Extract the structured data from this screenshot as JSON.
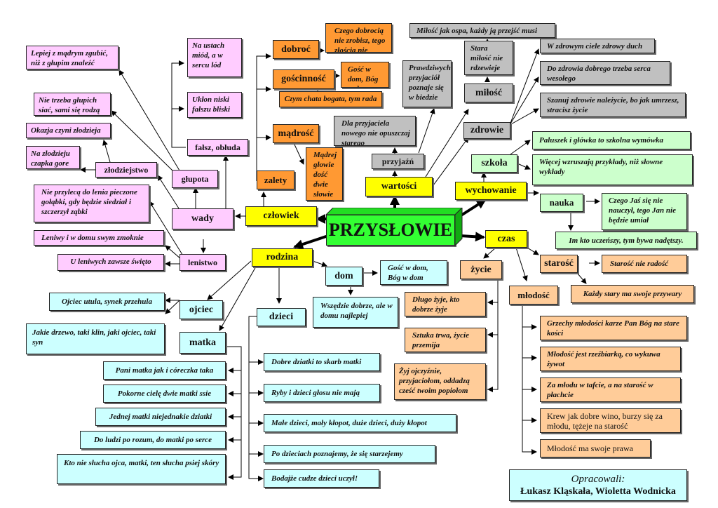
{
  "title": "PRZYSŁOWIE",
  "colors": {
    "center": "#33ff33",
    "category": "#ffff00",
    "czlowiek_wady": "#ffccff",
    "czlowiek_zalety": "#ff9933",
    "wartosci": "#c0c0c0",
    "wychowanie": "#ccffcc",
    "czas": "#ffcc99",
    "rodzina": "#ccffff"
  },
  "categories": {
    "czlowiek": "człowiek",
    "wartosci": "wartości",
    "wychowanie": "wychowanie",
    "czas": "czas",
    "rodzina": "rodzina"
  },
  "czlowiek": {
    "wady": {
      "label": "wady",
      "falsz": {
        "label": "fałsz, obłuda",
        "proverbs": [
          "Na ustach miód, a w sercu lód",
          "Ukłon niski fałszu bliski"
        ]
      },
      "glupota": {
        "label": "głupota",
        "proverbs": [
          "Lepiej z mądrym zgubić, niż z głupim znaleźć",
          "Nie trzeba głupich siać, sami się rodzą"
        ]
      },
      "zlodziejstwo": {
        "label": "złodziejstwo",
        "proverbs": [
          "Okazja czyni złodzieja",
          "Na złodzieju czapka gore"
        ]
      },
      "lenistwo": {
        "label": "lenistwo",
        "proverbs": [
          "Nie przylecą do lenia pieczone gołąbki, gdy będzie siedział i szczerzył ząbki",
          "Leniwy i w domu swym zmoknie",
          "U leniwych zawsze święto"
        ]
      }
    },
    "zalety": {
      "label": "zalety",
      "dobroc": {
        "label": "dobroć",
        "proverbs": [
          "Czego dobrocią nie zrobisz, tego złością nie wskórasz"
        ]
      },
      "goscinnosc": {
        "label": "gościnność",
        "proverbs": [
          "Gość w dom, Bóg w dom",
          "Czym chata bogata, tym rada"
        ]
      },
      "madrosc": {
        "label": "mądrość",
        "proverbs": [
          "Mądrej głowie dość dwie słowie"
        ]
      }
    }
  },
  "wartosci": {
    "przyjazn": {
      "label": "przyjaźń",
      "proverbs": [
        "Dla przyjaciela nowego nie opuszczaj starego",
        "Prawdziwych przyjaciół poznaje się w biedzie"
      ]
    },
    "milosc": {
      "label": "miłość",
      "proverbs": [
        "Stara miłość nie rdzewieje",
        "Miłość jak ospa, każdy ją przejść musi"
      ]
    },
    "zdrowie": {
      "label": "zdrowie",
      "proverbs": [
        "W zdrowym ciele zdrowy duch",
        "Do zdrowia dobrego trzeba serca wesołego",
        "Szanuj zdrowie należycie, bo jak umrzesz, stracisz życie"
      ]
    }
  },
  "wychowanie": {
    "szkola": {
      "label": "szkoła",
      "proverbs": [
        "Paluszek i główka to szkolna wymówka",
        "Więcej wzruszają przykłady, niż słowne wykłady"
      ]
    },
    "nauka": {
      "label": "nauka",
      "proverbs": [
        "Czego Jaś się nie nauczył, tego Jan nie będzie umiał",
        "Im kto uczeńszy, tym bywa nadętszy."
      ]
    }
  },
  "czas": {
    "zycie": {
      "label": "życie",
      "proverbs": [
        "Długo żyje, kto dobrze żyje",
        "Sztuka trwa, życie przemija",
        "Żyj ojczyźnie, przyjaciołom, oddadzą cześć twoim popiołom"
      ]
    },
    "starosc": {
      "label": "starość",
      "proverbs": [
        "Starość nie radość",
        "Każdy stary ma swoje przywary"
      ]
    },
    "mlodosc": {
      "label": "młodość",
      "proverbs": [
        "Grzechy młodości karze Pan Bóg na stare kości",
        "Młodość jest rzeźbiarką, co wykuwa żywot",
        "Za młodu w tafcie, a na starość w płachcie",
        "Krew jak dobre wino, burzy się za młodu, tężeje na starość",
        "Młodość ma swoje prawa"
      ]
    }
  },
  "rodzina": {
    "dom": {
      "label": "dom",
      "proverbs": [
        "Gość w dom, Bóg w dom",
        "Wszędzie dobrze, ale w domu najlepiej"
      ]
    },
    "ojciec": {
      "label": "ojciec",
      "proverbs": [
        "Ojciec utula, synek przehula",
        "Jakie drzewo, taki klin, jaki ojciec, taki syn"
      ]
    },
    "matka": {
      "label": "matka",
      "proverbs": [
        "Pani matka jak i córeczka taka",
        "Pokorne cielę dwie matki ssie",
        "Jednej matki niejednakie dziatki",
        "Do ludzi po rozum, do matki po serce",
        "Kto nie słucha ojca, matki, ten słucha psiej skóry"
      ]
    },
    "dzieci": {
      "label": "dzieci",
      "proverbs": [
        "Dobre dziatki to skarb matki",
        "Ryby i dzieci głosu nie mają",
        "Małe dzieci, mały kłopot, duże dzieci, duży kłopot",
        "Po dzieciach poznajemy, że się starzejemy",
        "Bodajże cudze dzieci uczył!"
      ]
    }
  },
  "credits": {
    "role": "Opracowali:",
    "authors": "Łukasz Kląskała, Wioletta Wodnicka"
  }
}
